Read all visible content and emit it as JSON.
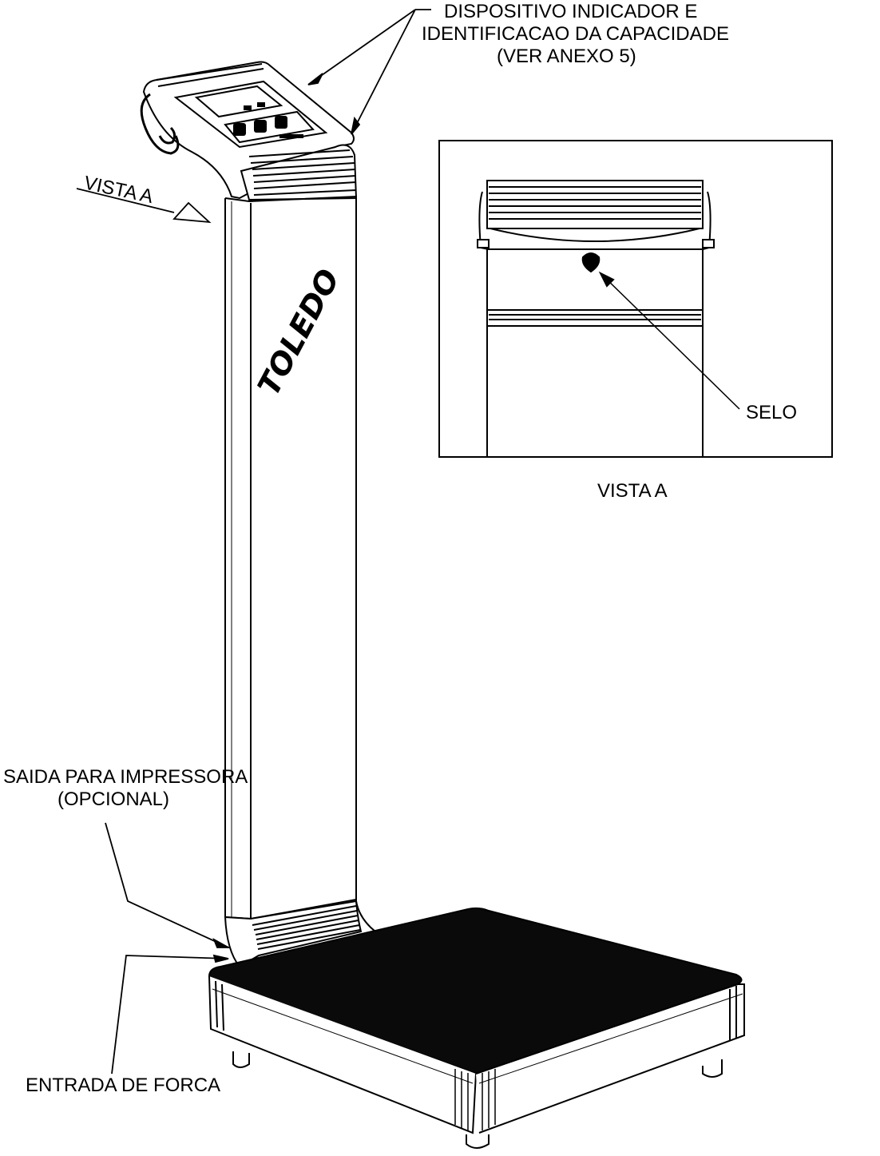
{
  "labels": {
    "dispositivo_l1": "DISPOSITIVO INDICADOR E",
    "dispositivo_l2": "IDENTIFICACAO DA CAPACIDADE",
    "dispositivo_l3": "(VER ANEXO 5)",
    "vista_a_callout": "VISTA A",
    "selo": "SELO",
    "vista_a_caption": "VISTA A",
    "saida_l1": "SAIDA PARA IMPRESSORA",
    "saida_l2": "(OPCIONAL)",
    "entrada": "ENTRADA DE FORCA"
  },
  "brand": "TOLEDO"
}
